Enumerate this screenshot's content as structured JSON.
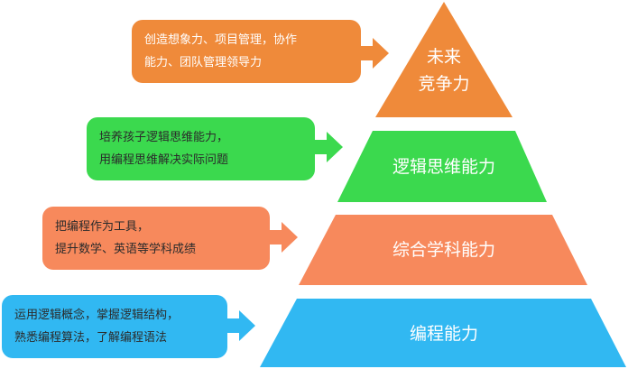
{
  "colors": {
    "future": "#EF8A3A",
    "logic": "#3BD94E",
    "comprehensive": "#F7895C",
    "coding": "#31B8F2",
    "text_dark": "#3a3a3a",
    "text_light": "#ffffff"
  },
  "tiers": [
    {
      "id": "future",
      "line1": "未来",
      "line2": "竞争力"
    },
    {
      "id": "logic",
      "label": "逻辑思维能力"
    },
    {
      "id": "comprehensive",
      "label": "综合学科能力"
    },
    {
      "id": "coding",
      "label": "编程能力"
    }
  ],
  "callouts": [
    {
      "id": "future",
      "line1": "创造想象力、项目管理，协作",
      "line2": "能力、团队管理领导力"
    },
    {
      "id": "logic",
      "line1": "培养孩子逻辑思维能力，",
      "line2": "用编程思维解决实际问题"
    },
    {
      "id": "comprehensive",
      "line1": "把编程作为工具，",
      "line2": "提升数学、英语等学科成绩"
    },
    {
      "id": "coding",
      "line1": "运用逻辑概念，掌握逻辑结构，",
      "line2": "熟悉编程算法，了解编程语法"
    }
  ]
}
